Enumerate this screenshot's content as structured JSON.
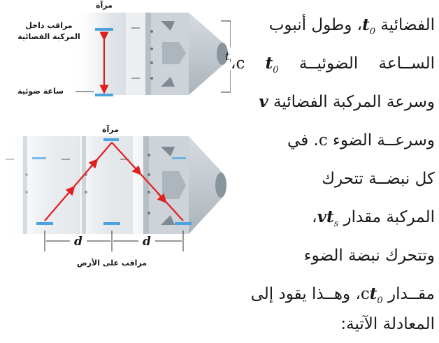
{
  "figure": {
    "top_label_mirror": "مرآة",
    "observer_inside_1": "مراقب داخل",
    "observer_inside_2": "المركبة الفضائية",
    "light_clock": "ساعة ضوئية",
    "t0_symbol": "t",
    "t0_sub": "0",
    "bottom_label_mirror": "مرآة",
    "d_left": "d",
    "d_right": "d",
    "observer_earth": "مراقب على الأرض",
    "beam_color": "#e02020",
    "mirror_color": "#4aa3df"
  },
  "text": {
    "l1_a": "الفضائية",
    "l1_t": "t",
    "l1_sub": "0",
    "l1_b": "، وطول أنبوب",
    "l2_a": "الســاعة الضوئيــة",
    "l2_t": "t",
    "l2_sub": "0",
    "l2_c": "c",
    "l2_b": "،",
    "l3_a": "وسرعة المركبة الفضائية",
    "l3_v": "v",
    "l4_a": "وسرعــة الضوء",
    "l4_c": "c",
    "l4_b": ". في",
    "l5": "كل نبضــة تتحرك",
    "l6_a": "المركبة مقدار",
    "l6_v": "v",
    "l6_t": "t",
    "l6_sub": "s",
    "l6_b": "،",
    "l7": "وتتحرك نبضة الضوء",
    "l8_a": "مقــدار",
    "l8_c": "c",
    "l8_t": "t",
    "l8_sub": "0",
    "l8_b": "، وهــذا يقود إلى",
    "l9": "المعادلة الآتية:"
  }
}
